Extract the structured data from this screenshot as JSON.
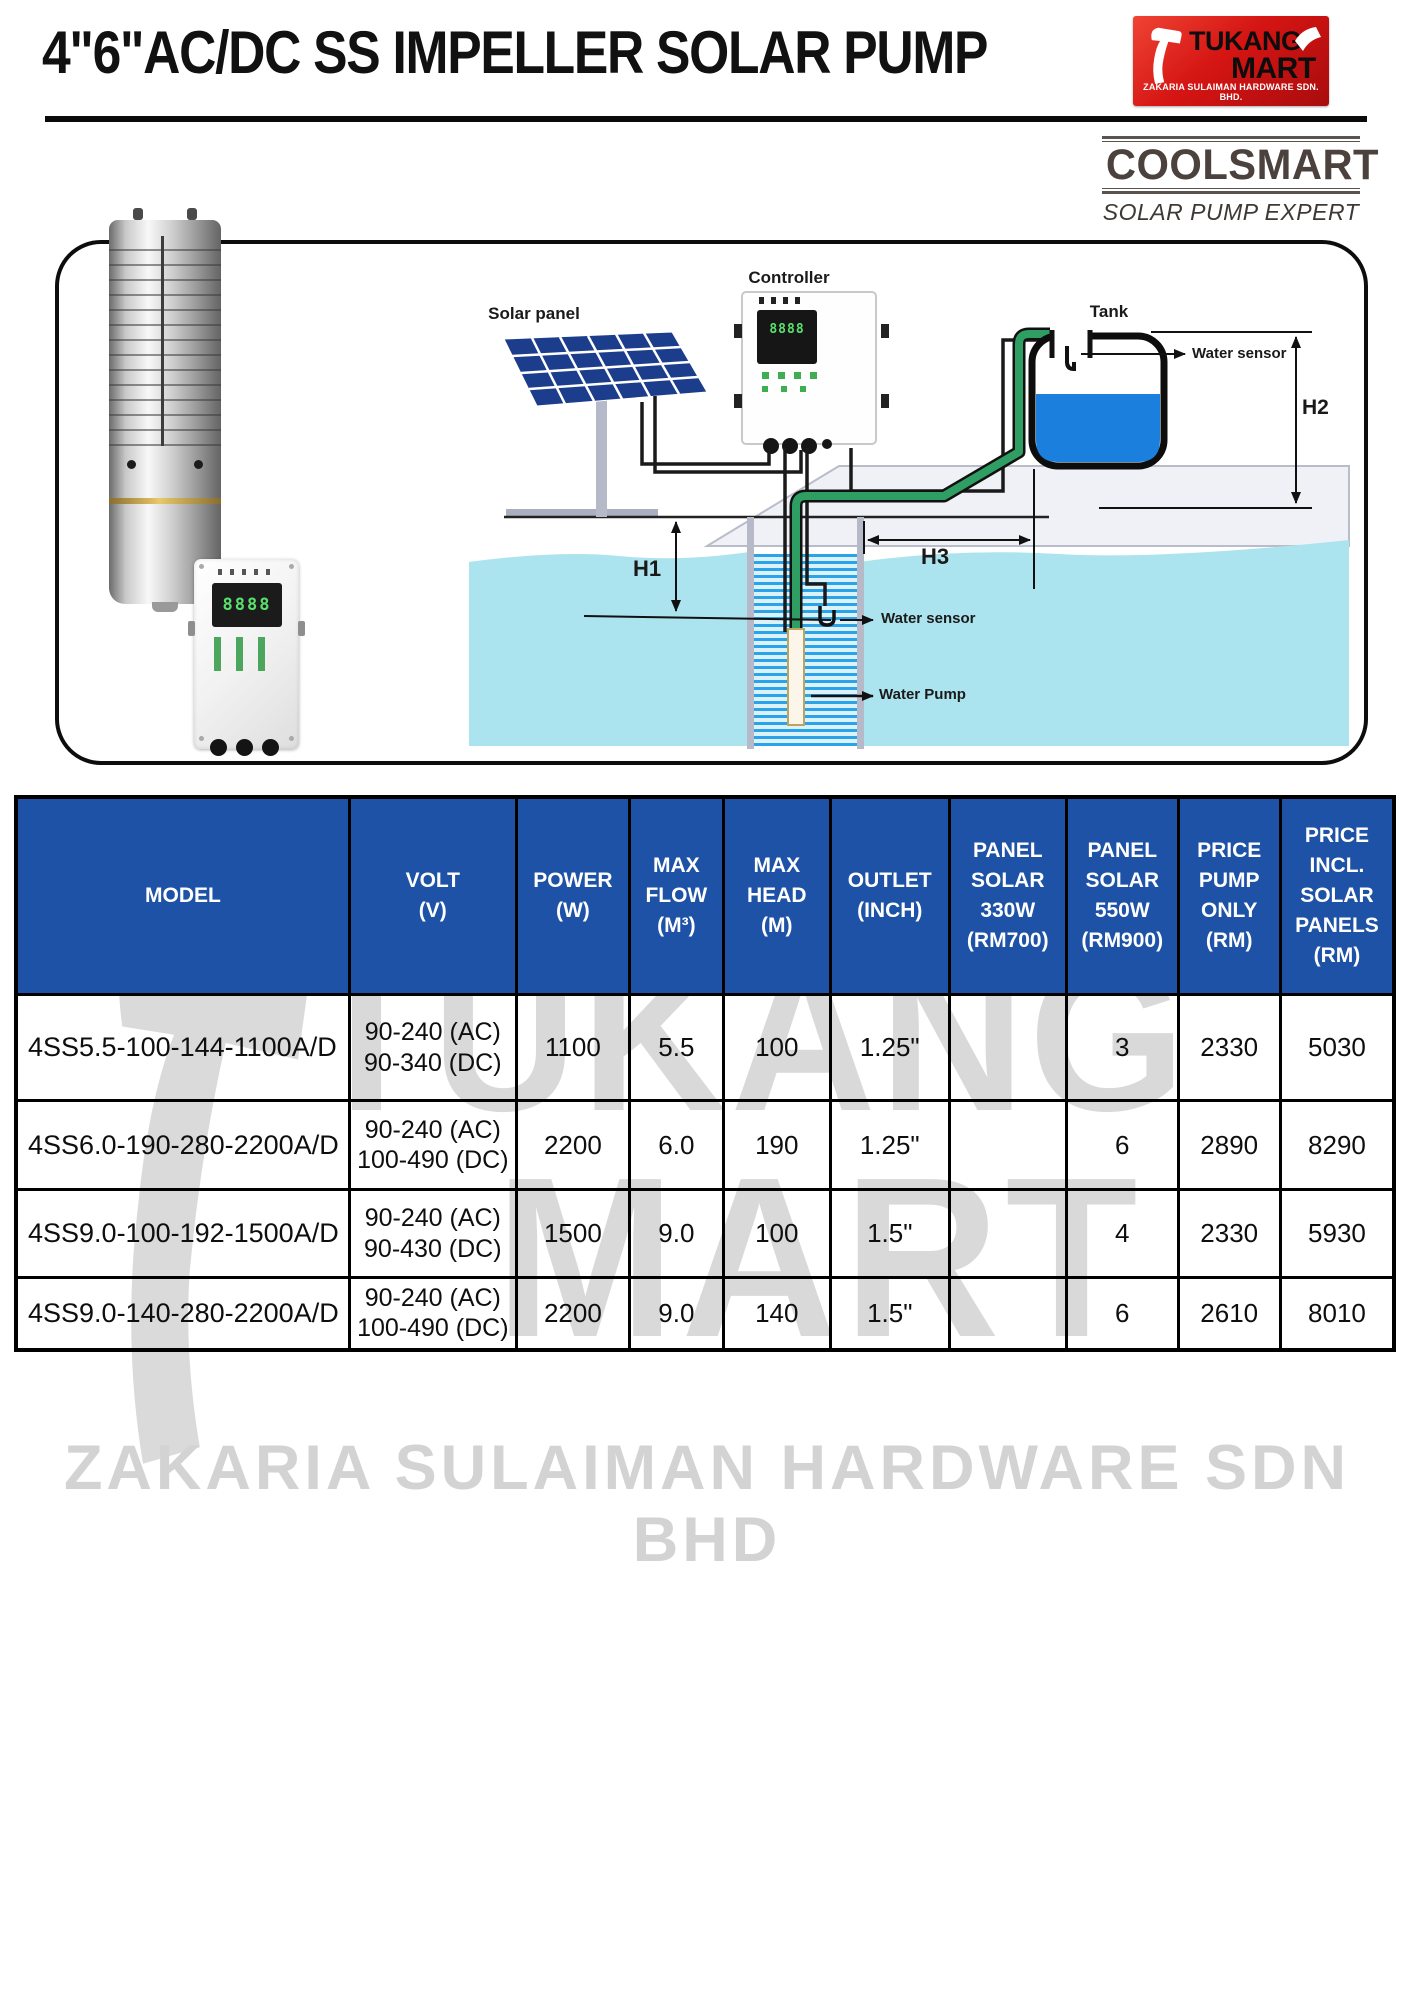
{
  "header": {
    "title": "4\"6\"AC/DC SS IMPELLER SOLAR PUMP",
    "tukang_logo": {
      "word1": "TUKANG",
      "word2": "MART",
      "tagline": "ZAKARIA SULAIMAN HARDWARE SDN. BHD."
    },
    "coolsmart": {
      "name": "COOLSMART",
      "tagline": "SOLAR PUMP EXPERT"
    }
  },
  "diagram": {
    "labels": {
      "solar_panel": "Solar panel",
      "controller": "Controller",
      "tank": "Tank",
      "water_sensor_tank": "Water sensor",
      "water_sensor_well": "Water sensor",
      "water_pump": "Water Pump",
      "h1": "H1",
      "h2": "H2",
      "h3": "H3"
    },
    "controller_display": "8888"
  },
  "table": {
    "headers": [
      "MODEL",
      "VOLT\n(V)",
      "POWER\n(W)",
      "MAX\nFLOW\n(M³)",
      "MAX\nHEAD\n(M)",
      "OUTLET\n(INCH)",
      "PANEL\nSOLAR\n330W\n(RM700)",
      "PANEL\nSOLAR\n550W\n(RM900)",
      "PRICE\nPUMP\nONLY\n(RM)",
      "PRICE\nINCL.\nSOLAR\nPANELS\n(RM)"
    ],
    "rows": [
      [
        "4SS5.5-100-144-1100A/D",
        "90-240 (AC)\n90-340 (DC)",
        "1100",
        "5.5",
        "100",
        "1.25\"",
        "",
        "3",
        "2330",
        "5030"
      ],
      [
        "4SS6.0-190-280-2200A/D",
        "90-240 (AC)\n100-490 (DC)",
        "2200",
        "6.0",
        "190",
        "1.25\"",
        "",
        "6",
        "2890",
        "8290"
      ],
      [
        "4SS9.0-100-192-1500A/D",
        "90-240 (AC)\n90-430 (DC)",
        "1500",
        "9.0",
        "100",
        "1.5\"",
        "",
        "4",
        "2330",
        "5930"
      ],
      [
        "4SS9.0-140-280-2200A/D",
        "90-240 (AC)\n100-490 (DC)",
        "2200",
        "9.0",
        "140",
        "1.5\"",
        "",
        "6",
        "2610",
        "8010"
      ]
    ]
  },
  "watermark": {
    "word1": "TUKANG",
    "word2": "MART",
    "footer": "ZAKARIA SULAIMAN HARDWARE SDN BHD"
  }
}
